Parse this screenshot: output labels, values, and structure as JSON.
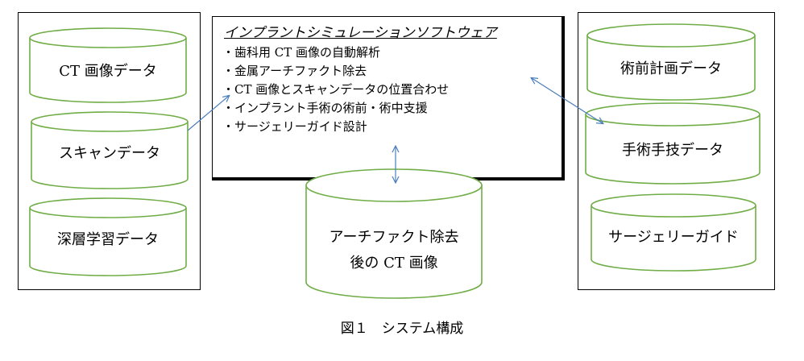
{
  "software": {
    "title": "インプラントシミュレーションソフトウェア",
    "features": [
      "歯科用 CT 画像の自動解析",
      "金属アーチファクト除去",
      "CT 画像とスキャンデータの位置合わせ",
      "インプラント手術の術前・術中支援",
      "サージェリーガイド設計"
    ]
  },
  "left_panel": {
    "cylinders": [
      {
        "label": "CT 画像データ"
      },
      {
        "label": "スキャンデータ"
      },
      {
        "label": "深層学習データ"
      }
    ]
  },
  "center_cylinder": {
    "lines": [
      "アーチファクト除去",
      "後の CT 画像"
    ]
  },
  "right_panel": {
    "cylinders": [
      {
        "label": "術前計画データ"
      },
      {
        "label": "手術手技データ"
      },
      {
        "label": "サージェリーガイド"
      }
    ]
  },
  "colors": {
    "cylinder_stroke": "#70ad47",
    "arrow": "#4a7ebb",
    "border": "#000000"
  },
  "caption": "図１　システム構成"
}
